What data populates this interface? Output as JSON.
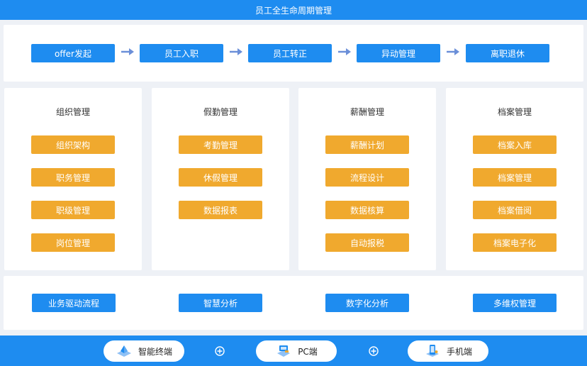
{
  "header": {
    "title": "员工全生命周期管理"
  },
  "flow": [
    "offer发起",
    "员工入职",
    "员工转正",
    "异动管理",
    "离职退休"
  ],
  "columns": [
    {
      "title": "组织管理",
      "items": [
        "组织架构",
        "职务管理",
        "职级管理",
        "岗位管理"
      ]
    },
    {
      "title": "假勤管理",
      "items": [
        "考勤管理",
        "休假管理",
        "数据报表"
      ]
    },
    {
      "title": "薪酬管理",
      "items": [
        "薪酬计划",
        "流程设计",
        "数据核算",
        "自动报税"
      ]
    },
    {
      "title": "档案管理",
      "items": [
        "档案入库",
        "档案管理",
        "档案借阅",
        "档案电子化"
      ]
    }
  ],
  "features": [
    "业务驱动流程",
    "智慧分析",
    "数字化分析",
    "多维权管理"
  ],
  "platforms": [
    {
      "label": "智能终端",
      "icon": "terminal-icon"
    },
    {
      "label": "PC端",
      "icon": "pc-icon"
    },
    {
      "label": "手机端",
      "icon": "mobile-icon"
    }
  ],
  "colors": {
    "primary": "#1e8cf0",
    "accent": "#f0a92e",
    "arrow": "#6b8fd8"
  }
}
